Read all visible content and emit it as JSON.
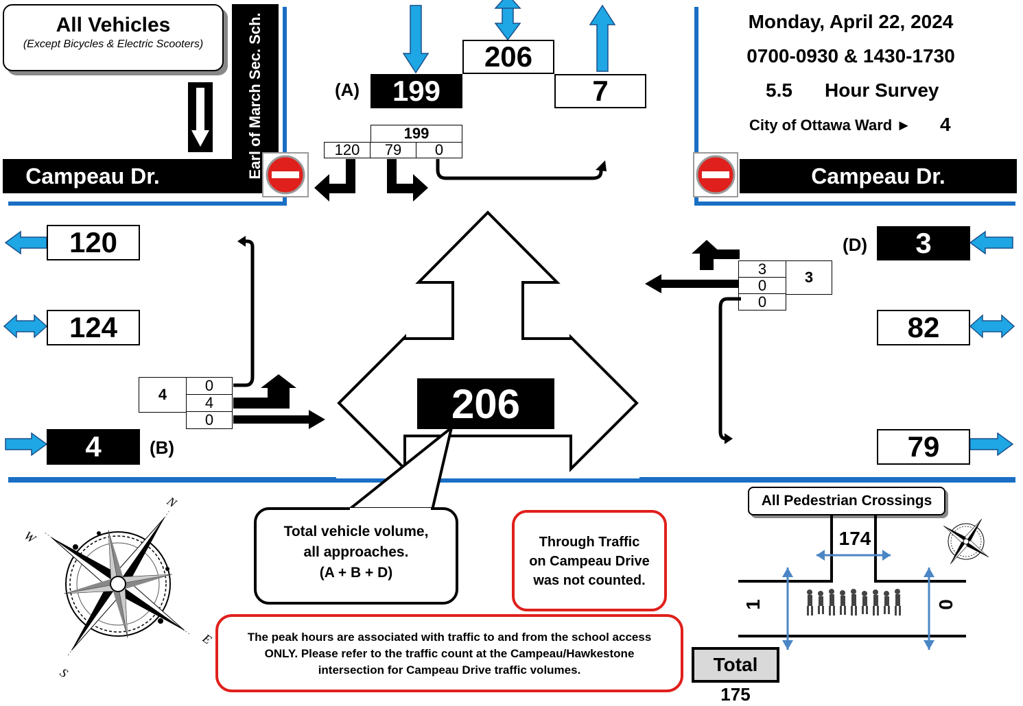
{
  "title_box": {
    "title": "All Vehicles",
    "subtitle": "(Except Bicycles & Electric Scooters)"
  },
  "school_label": "Earl of March Sec. Sch.",
  "road_left": "Campeau Dr.",
  "road_right": "Campeau Dr.",
  "survey": {
    "date": "Monday, April 22, 2024",
    "times": "0700-0930 & 1430-1730",
    "hours_value": "5.5",
    "hours_label": "Hour Survey",
    "ward_label": "City of Ottawa Ward ►",
    "ward_value": "4"
  },
  "approach_a": {
    "label": "(A)",
    "inbound": "199",
    "total": "206",
    "outbound": "7",
    "movement_total": "199",
    "movements": [
      "120",
      "79",
      "0"
    ]
  },
  "approach_b": {
    "label": "(B)",
    "inbound": "4",
    "total": "124",
    "outbound": "120",
    "movement_total": "4",
    "movements": [
      "0",
      "4",
      "0"
    ]
  },
  "approach_d": {
    "label": "(D)",
    "inbound": "3",
    "total": "82",
    "outbound": "79",
    "movement_total": "3",
    "movements": [
      "3",
      "0",
      "0"
    ]
  },
  "grand_total": "206",
  "callouts": {
    "total_note_line1": "Total vehicle volume,",
    "total_note_line2": "all approaches.",
    "total_note_line3": "(A + B + D)",
    "through_line1": "Through Traffic",
    "through_line2": "on Campeau Drive",
    "through_line3": "was not counted.",
    "peak_line1": "The peak hours are associated with traffic to and from the school access",
    "peak_line2": "ONLY. Please refer to the traffic count at the Campeau/Hawkestone",
    "peak_line3": "intersection for Campeau Drive traffic volumes."
  },
  "pedestrian": {
    "title": "All Pedestrian Crossings",
    "north": "174",
    "west": "1",
    "east": "0",
    "total_label": "Total",
    "total_value": "175"
  },
  "compass_letters": {
    "n": "N",
    "e": "E",
    "s": "S",
    "w": "W"
  },
  "colors": {
    "accent_blue": "#1a6fc4",
    "arrow_blue": "#1ea7e4",
    "callout_red": "#e0201c"
  }
}
